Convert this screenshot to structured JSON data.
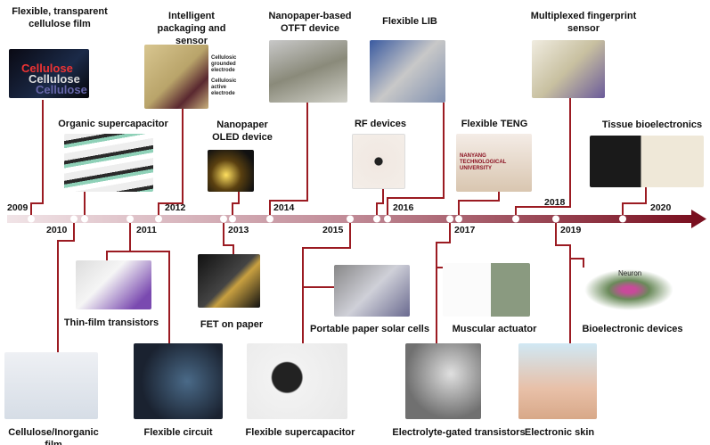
{
  "colors": {
    "timeline_start": "#efe0e4",
    "timeline_end": "#7a1020",
    "connector": "#9b1b22"
  },
  "years": {
    "y2009": "2009",
    "y2010": "2010",
    "y2011": "2011",
    "y2012": "2012",
    "y2013": "2013",
    "y2014": "2014",
    "y2015": "2015",
    "y2016": "2016",
    "y2017": "2017",
    "y2018": "2018",
    "y2019": "2019",
    "y2020": "2020"
  },
  "milestones": {
    "cellulose_film": "Flexible, transparent cellulose film",
    "organic_supercap": "Organic supercapacitor",
    "packaging": "Intelligent packaging and sensor",
    "oled": "Nanopaper OLED device",
    "otft": "Nanopaper-based OTFT device",
    "rf": "RF devices",
    "lib": "Flexible LIB",
    "teng": "Flexible TENG",
    "fingerprint": "Multiplexed fingerprint sensor",
    "tissue": "Tissue bioelectronics",
    "inorganic_film": "Cellulose/Inorganic film",
    "tft": "Thin-film transistors",
    "circuit": "Flexible circuit",
    "fet": "FET on paper",
    "flex_supercap": "Flexible supercapacitor",
    "solar": "Portable paper solar cells",
    "egt": "Electrolyte-gated transistors",
    "actuator": "Muscular actuator",
    "eskin": "Electronic skin",
    "bioelectronic": "Bioelectronic devices"
  },
  "image_text": {
    "cellulose_word": "Cellulose",
    "grounded": "Cellulosic grounded electrode",
    "active": "Cellulosic active electrode",
    "neuron": "Neuron",
    "nanyang": "NANYANG TECHNOLOGICAL UNIVERSITY"
  }
}
